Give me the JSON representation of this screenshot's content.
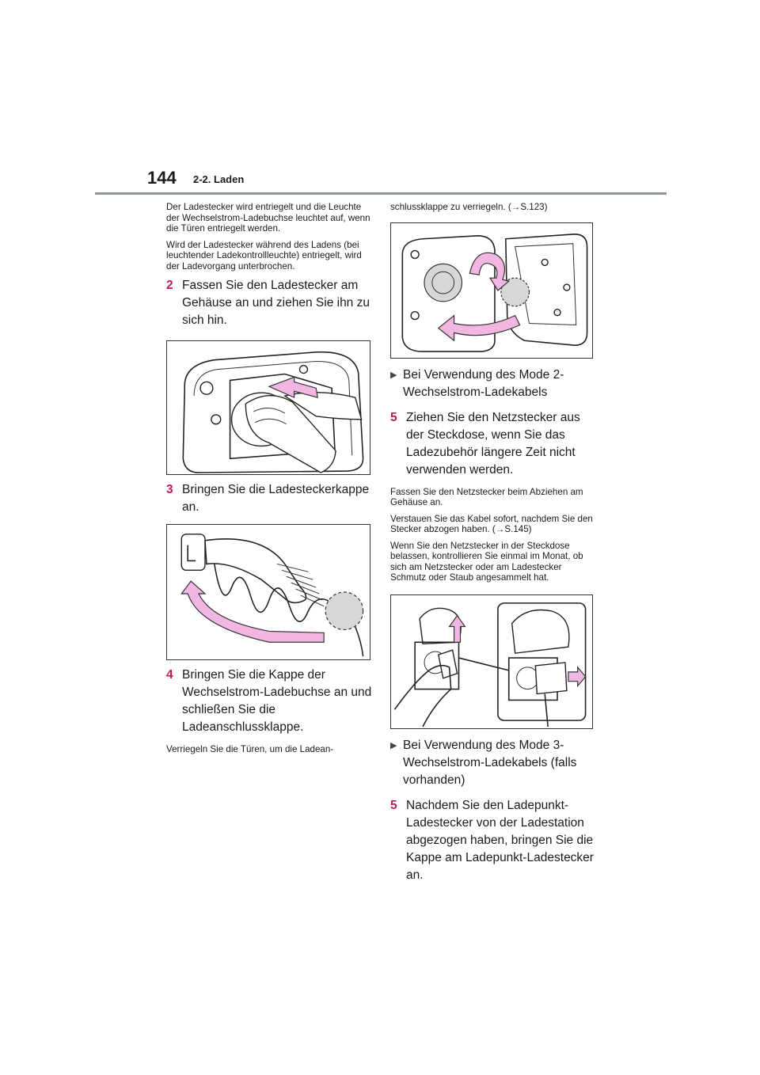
{
  "header": {
    "page_number": "144",
    "section": "2-2. Laden"
  },
  "left": {
    "intro_1": "Der Ladestecker wird entriegelt und die Leuchte der Wechselstrom-Ladebuchse leuchtet auf, wenn die Türen entriegelt werden.",
    "intro_2": "Wird der Ladestecker während des Ladens (bei leuchtender Ladekontrollleuchte) entriegelt, wird der Ladevorgang unterbrochen.",
    "step2": {
      "num": "2",
      "text": "Fassen Sie den Ladestecker am Gehäuse an und ziehen Sie ihn zu sich hin."
    },
    "step3": {
      "num": "3",
      "text": "Bringen Sie die Ladesteckerkappe an."
    },
    "step4": {
      "num": "4",
      "text": "Bringen Sie die Kappe der Wechselstrom-Ladebuchse an und schließen Sie die Ladeanschlussklappe."
    },
    "note4": "Verriegeln Sie die Türen, um die Ladean-"
  },
  "right": {
    "note4_cont": "schlussklappe zu verriegeln. (→S.123)",
    "bullet1": "Bei Verwendung des Mode 2-Wechselstrom-Ladekabels",
    "step5a": {
      "num": "5",
      "text": "Ziehen Sie den Netzstecker aus der Steckdose, wenn Sie das Ladezubehör längere Zeit nicht verwenden werden."
    },
    "note5a_1": "Fassen Sie den Netzstecker beim Abziehen am Gehäuse an.",
    "note5a_2": "Verstauen Sie das Kabel sofort, nachdem Sie den Stecker abzogen haben. (→S.145)",
    "note5a_3": "Wenn Sie den Netzstecker in der Steckdose belassen, kontrollieren Sie einmal im Monat, ob sich am Netzstecker oder am Ladestecker Schmutz oder Staub angesammelt hat.",
    "bullet2": "Bei Verwendung des Mode 3-Wechselstrom-Ladekabels (falls vorhanden)",
    "step5b": {
      "num": "5",
      "text": "Nachdem Sie den Ladepunkt-Ladestecker von der Ladestation abgezogen haben, bringen Sie die Kappe am Ladepunkt-Ladestecker an."
    }
  },
  "colors": {
    "accent": "#c2185b",
    "arrow_fill": "#f2b6e2",
    "rule": "#8a9a8e"
  }
}
